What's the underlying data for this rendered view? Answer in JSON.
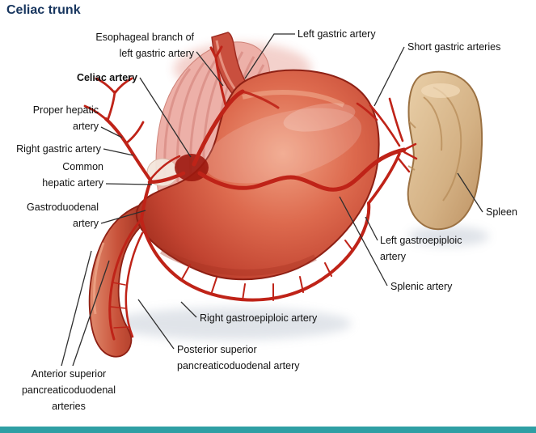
{
  "title": "Celiac trunk",
  "colors": {
    "title-color": "#17355e",
    "accent-teal": "#2f9fa4",
    "artery-red": "#bf2318",
    "stomach-red": "#c94f38",
    "spleen-tan": "#d4b184",
    "label-text": "#111111"
  },
  "labels": [
    {
      "id": "esophageal-branch",
      "text": "Esophageal branch of\nleft gastric artery"
    },
    {
      "id": "left-gastric",
      "text": "Left gastric artery"
    },
    {
      "id": "short-gastric",
      "text": "Short gastric arteries"
    },
    {
      "id": "celiac-artery",
      "text": "Celiac artery"
    },
    {
      "id": "proper-hepatic",
      "text": "Proper hepatic\nartery"
    },
    {
      "id": "right-gastric",
      "text": "Right gastric artery"
    },
    {
      "id": "common-hepatic",
      "text": "Common\nhepatic artery"
    },
    {
      "id": "gastroduodenal",
      "text": "Gastroduodenal\nartery"
    },
    {
      "id": "spleen",
      "text": "Spleen"
    },
    {
      "id": "left-gastroepiploic",
      "text": "Left gastroepiploic\nartery"
    },
    {
      "id": "splenic-artery",
      "text": "Splenic artery"
    },
    {
      "id": "right-gastroepiploic",
      "text": "Right gastroepiploic artery"
    },
    {
      "id": "posterior-superior-pd",
      "text": "Posterior superior\npancreaticoduodenal artery"
    },
    {
      "id": "anterior-superior-pd",
      "text": "Anterior superior\npancreaticoduodenal\narteries"
    }
  ]
}
